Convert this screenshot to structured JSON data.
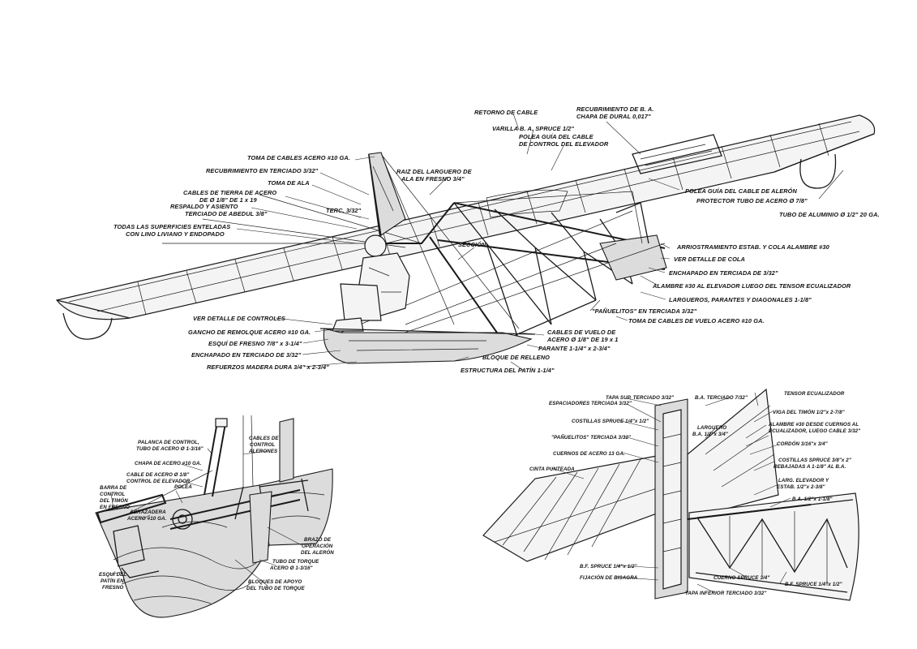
{
  "main_view": {
    "labels": [
      "RETORNO DE CABLE",
      "RECUBRIMIENTO DE B. A.",
      "CHAPA DE DURAL 0,017\"",
      "VARILLA B. A. SPRUCE 1/2\"",
      "POLEA GUÍA DEL CABLE",
      "DE CONTROL DEL ELEVADOR",
      "TOMA DE CABLES ACERO #10 GA.",
      "RECUBRIMIENTO EN TERCIADO 3/32\"",
      "RAIZ DEL LARGUERO DE",
      "ALA EN FRESNO 3/4\"",
      "TOMA DE ALA",
      "CABLES DE TIERRA DE ACERO",
      "DE Ø 1/8\" DE 1 x 19",
      "RESPALDO Y ASIENTO",
      "TERCIADO DE ABEDUL 3/8\"",
      "TERC. 3/32\"",
      "TODAS LAS SUPERFICIES ENTELADAS",
      "CON LINO LIVIANO Y ENDOPADO",
      "POLEA GUÍA DEL CABLE DE ALERÓN",
      "PROTECTOR TUBO DE ACERO Ø 7/8\"",
      "TUBO DE ALUMINIO Ø 1/2\" 20 GA.",
      "SECCIÓN",
      "ARRIOSTRAMIENTO ESTAB. Y COLA ALAMBRE #30",
      "VER DETALLE DE COLA",
      "ENCHAPADO EN TERCIADA DE 3/32\"",
      "ALAMBRE #30 AL ELEVADOR LUEGO DEL TENSOR ECUALIZADOR",
      "LARGUEROS, PARANTES Y DIAGONALES 1-1/8\"",
      "\"PAÑUELITOS\" EN TERCIADA 3/32\"",
      "TOMA DE CABLES DE VUELO ACERO #10 GA.",
      "VER DETALLE DE CONTROLES",
      "GANCHO DE REMOLQUE ACERO #10 GA.",
      "ESQUÍ DE FRESNO 7/8\" x 3-1/4\"",
      "ENCHAPADO EN TERCIADO DE 3/32\"",
      "REFUERZOS MADERA DURA 3/4\" x 2-3/4\"",
      "CABLES DE VUELO DE",
      "ACERO Ø 1/8\" DE 19 x 1",
      "PARANTE 1-1/4\" x 2-3/4\"",
      "BLOQUE DE RELLENO",
      "ESTRUCTURA DEL PATÍN 1-1/4\""
    ]
  },
  "controls_detail": {
    "labels": [
      "PALANCA DE CONTROL,",
      "TUBO DE ACERO Ø 1-3/16\"",
      "CABLES DE",
      "CONTROL",
      "ALERONES",
      "CHAPA DE ACERO #10 GA.",
      "CABLE DE ACERO Ø 1/8\"",
      "CONTROL DE ELEVADOR",
      "BARRA DE",
      "CONTROL",
      "DEL TIMÓN",
      "EN FRESNO",
      "POLEA",
      "ABRAZADERA",
      "ACERO #10 GA.",
      "BRAZO DE",
      "OPERACIÓN",
      "DEL ALERÓN",
      "TUBO DE TORQUE",
      "ACERO Ø 1-3/16\"",
      "ESQUÍ DEL",
      "PATÍN EN",
      "FRESNO",
      "BLOQUES DE APOYO",
      "DEL TUBO DE TORQUE"
    ]
  },
  "tail_detail": {
    "labels": [
      "TAPA SUP. TERCIADO 3/32\"",
      "B.A. TERCIADO 7/32\"",
      "TENSOR ECUALIZADOR",
      "ESPACIADORES TERCIADA 3/32\"",
      "VIGA DEL TIMÓN 1/2\"x 2-7/8\"",
      "COSTILLAS SPRUCE 1/4\"x 1/2\"",
      "LARGUERO",
      "B.A. 1/2\"x 3/4\"",
      "ALAMBRE #30 DESDE CUERNOS AL",
      "ECUALIZADOR, LUEGO CABLE 3/32\"",
      "\"PAÑUELITOS\" TERCIADA 3/32\"",
      "CORDÓN 3/16\"x 3/4\"",
      "CUERNOS DE ACERO 13 GA.",
      "COSTILLAS SPRUCE 3/8\"x 2\"",
      "REBAJADAS A 1-1/8\" AL B.A.",
      "CINTA PUNTEADA",
      "LARG. ELEVADOR Y",
      "ESTAB. 1/2\"x 2-3/8\"",
      "B.A. 1/2\"x 1-1/8\"",
      "B.F. SPRUCE 1/4\"x 1/2\"",
      "FIJACIÓN DE BISAGRA",
      "CUERNO SPRUCE 3/4\"",
      "B.F. SPRUCE 1/4\"x 1/2\"",
      "TAPA INFERIOR TERCIADO 3/32\""
    ]
  }
}
